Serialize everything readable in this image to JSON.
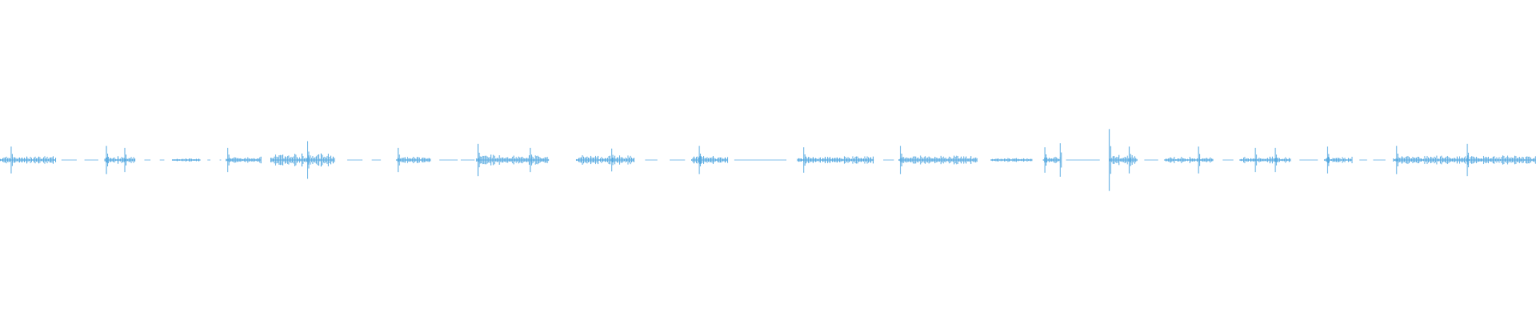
{
  "waveform": {
    "color": "#5dade2",
    "background": "#ffffff",
    "segments": [
      {
        "start": 0.0,
        "end": 0.036,
        "amp": 0.36
      },
      {
        "start": 0.068,
        "end": 0.088,
        "amp": 0.36
      },
      {
        "start": 0.112,
        "end": 0.13,
        "amp": 0.14
      },
      {
        "start": 0.147,
        "end": 0.17,
        "amp": 0.3
      },
      {
        "start": 0.176,
        "end": 0.218,
        "amp": 0.56
      },
      {
        "start": 0.258,
        "end": 0.28,
        "amp": 0.32
      },
      {
        "start": 0.31,
        "end": 0.357,
        "amp": 0.48
      },
      {
        "start": 0.375,
        "end": 0.413,
        "amp": 0.42
      },
      {
        "start": 0.45,
        "end": 0.474,
        "amp": 0.4
      },
      {
        "start": 0.519,
        "end": 0.569,
        "amp": 0.34
      },
      {
        "start": 0.585,
        "end": 0.636,
        "amp": 0.4
      },
      {
        "start": 0.645,
        "end": 0.672,
        "amp": 0.2
      },
      {
        "start": 0.679,
        "end": 0.69,
        "amp": 0.3
      },
      {
        "start": 0.722,
        "end": 0.74,
        "amp": 0.44
      },
      {
        "start": 0.758,
        "end": 0.79,
        "amp": 0.28
      },
      {
        "start": 0.807,
        "end": 0.84,
        "amp": 0.3
      },
      {
        "start": 0.862,
        "end": 0.88,
        "amp": 0.3
      },
      {
        "start": 0.907,
        "end": 0.99,
        "amp": 0.4
      },
      {
        "start": 0.99,
        "end": 1.0,
        "amp": 0.34
      }
    ],
    "spikes": [
      {
        "pos": 0.007,
        "amp": 0.4
      },
      {
        "pos": 0.069,
        "amp": 0.42
      },
      {
        "pos": 0.081,
        "amp": 0.36
      },
      {
        "pos": 0.148,
        "amp": 0.36
      },
      {
        "pos": 0.2,
        "amp": 0.56
      },
      {
        "pos": 0.259,
        "amp": 0.36
      },
      {
        "pos": 0.311,
        "amp": 0.48
      },
      {
        "pos": 0.345,
        "amp": 0.36
      },
      {
        "pos": 0.398,
        "amp": 0.34
      },
      {
        "pos": 0.455,
        "amp": 0.42
      },
      {
        "pos": 0.523,
        "amp": 0.38
      },
      {
        "pos": 0.586,
        "amp": 0.42
      },
      {
        "pos": 0.68,
        "amp": 0.38
      },
      {
        "pos": 0.69,
        "amp": 0.5
      },
      {
        "pos": 0.722,
        "amp": 0.92
      },
      {
        "pos": 0.735,
        "amp": 0.4
      },
      {
        "pos": 0.78,
        "amp": 0.4
      },
      {
        "pos": 0.817,
        "amp": 0.36
      },
      {
        "pos": 0.83,
        "amp": 0.36
      },
      {
        "pos": 0.864,
        "amp": 0.4
      },
      {
        "pos": 0.909,
        "amp": 0.42
      },
      {
        "pos": 0.955,
        "amp": 0.48
      }
    ],
    "dashes": [
      {
        "start": 0.04,
        "end": 0.05
      },
      {
        "start": 0.055,
        "end": 0.064
      },
      {
        "start": 0.094,
        "end": 0.098
      },
      {
        "start": 0.104,
        "end": 0.107
      },
      {
        "start": 0.135,
        "end": 0.137
      },
      {
        "start": 0.143,
        "end": 0.144
      },
      {
        "start": 0.226,
        "end": 0.236
      },
      {
        "start": 0.242,
        "end": 0.248
      },
      {
        "start": 0.286,
        "end": 0.298
      },
      {
        "start": 0.3,
        "end": 0.309
      },
      {
        "start": 0.42,
        "end": 0.428
      },
      {
        "start": 0.436,
        "end": 0.446
      },
      {
        "start": 0.478,
        "end": 0.512
      },
      {
        "start": 0.575,
        "end": 0.582
      },
      {
        "start": 0.694,
        "end": 0.716
      },
      {
        "start": 0.745,
        "end": 0.754
      },
      {
        "start": 0.796,
        "end": 0.803
      },
      {
        "start": 0.846,
        "end": 0.858
      },
      {
        "start": 0.885,
        "end": 0.89
      },
      {
        "start": 0.894,
        "end": 0.902
      }
    ]
  }
}
